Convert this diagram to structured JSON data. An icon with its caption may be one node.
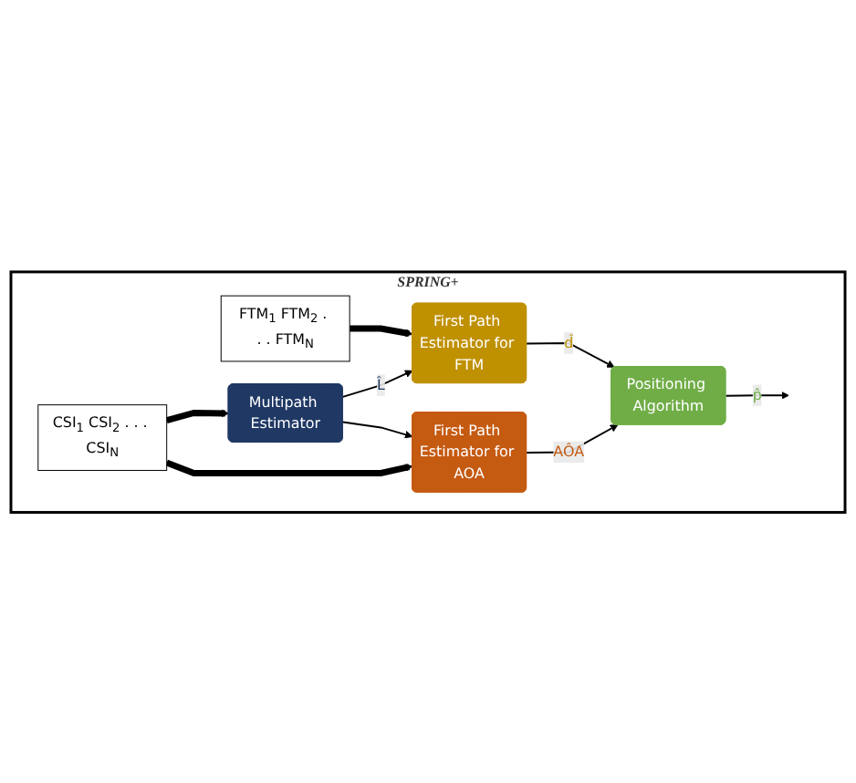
{
  "diagram": {
    "nodes": [
      {
        "text": [
          "SPRING+"
        ]
      },
      {
        "text": [
          "FTM$_{1}$ FTM$_{2}$ . . . FTM$_{N}$"
        ],
        "in": 0
      },
      {
        "text": [
          "First Path Estimator for FTM"
        ],
        "in": 0
      },
      {
        "text": [
          "Multipath Estimator"
        ],
        "in": 0
      },
      {
        "text": [
          "Positioning Algorithm"
        ],
        "in": 0
      },
      {
        "text": [
          "CSI$_{1}$ CSI$_{2}$ . . . CSI$_{N}$"
        ],
        "in": 0
      },
      {
        "text": [
          "First Path Estimator for AOA"
        ],
        "in": 0
      }
    ],
    "edges": [
      {
        "from": 1,
        "to": 2,
        "arrow": "to",
        "style": "thick"
      },
      {
        "from": 5,
        "to": 3,
        "arrow": "to",
        "style": "thick"
      },
      {
        "from": 5,
        "to": 6,
        "arrow": "to",
        "style": "thick"
      },
      {
        "from": 2,
        "to": 4,
        "arrow": "to",
        "label": "d̂"
      },
      {
        "from": 3,
        "to": 2,
        "arrow": "to",
        "label": "L̂"
      },
      {
        "from": 3,
        "to": 6,
        "arrow": "to"
      },
      {
        "from": 6,
        "to": 4,
        "arrow": "to",
        "label": "AÔA"
      },
      {
        "from": 4,
        "to": null,
        "arrow": "to",
        "label": "p̂"
      }
    ]
  }
}
